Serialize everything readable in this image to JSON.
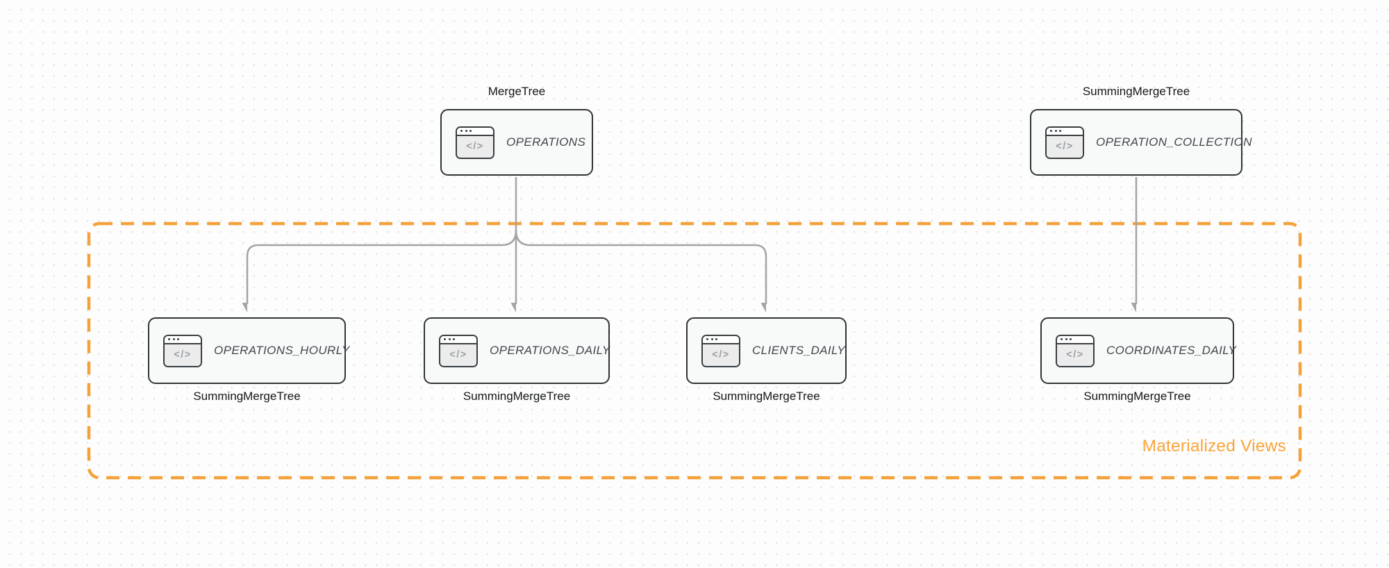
{
  "diagram": {
    "group_label": "Materialized Views",
    "colors": {
      "group_border_orange": "#f5a13a",
      "group_label_orange": "#f9a43c",
      "arrow_gray": "#a4a4a4",
      "node_border_dark": "#2f3437",
      "node_fill": "#f8f9f9",
      "canvas_dot": "#e4e5e7"
    }
  },
  "icon": {
    "glyph": "</>"
  },
  "nodes": {
    "operations": {
      "name": "OPERATIONS",
      "engine": "MergeTree"
    },
    "operation_collection": {
      "name": "OPERATION_COLLECTION",
      "engine": "SummingMergeTree"
    },
    "operations_hourly": {
      "name": "OPERATIONS_HOURLY",
      "engine": "SummingMergeTree"
    },
    "operations_daily": {
      "name": "OPERATIONS_DAILY",
      "engine": "SummingMergeTree"
    },
    "clients_daily": {
      "name": "CLIENTS_DAILY",
      "engine": "SummingMergeTree"
    },
    "coordinates_daily": {
      "name": "COORDINATES_DAILY",
      "engine": "SummingMergeTree"
    }
  }
}
